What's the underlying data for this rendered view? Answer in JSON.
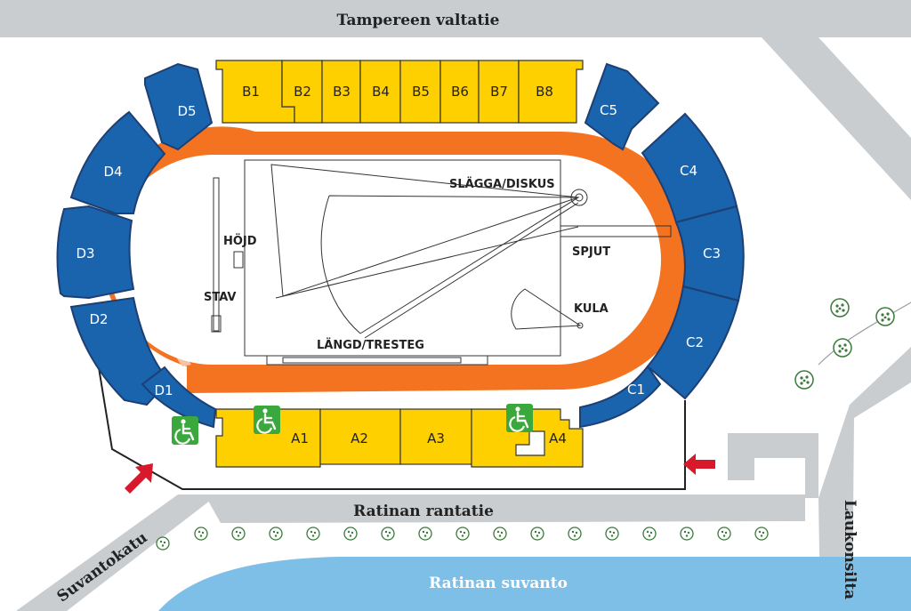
{
  "roads": {
    "top": "Tampereen valtatie",
    "bottom": "Ratinan rantatie",
    "left": "Suvantokatu",
    "right": "Laukonsilta"
  },
  "water": {
    "label": "Ratinan suvanto"
  },
  "sections": {
    "b": [
      "B1",
      "B2",
      "B3",
      "B4",
      "B5",
      "B6",
      "B7",
      "B8"
    ],
    "a": [
      "A1",
      "A2",
      "A3",
      "A4"
    ],
    "c": [
      "C1",
      "C2",
      "C3",
      "C4",
      "C5"
    ],
    "d": [
      "D1",
      "D2",
      "D3",
      "D4",
      "D5"
    ]
  },
  "field_events": {
    "hammer_discus": "SLÄGGA/DISKUS",
    "javelin": "SPJUT",
    "high_jump": "HÖJD",
    "pole_vault": "STAV",
    "shot_put": "KULA",
    "long_triple": "LÄNGD/TRESTEG"
  },
  "icons": [
    "wheelchair-icon",
    "entrance-arrow-icon",
    "tree-icon"
  ],
  "colors": {
    "stand_blue": "#1a63ad",
    "stand_yellow": "#ffd000",
    "track_orange": "#f47321",
    "water": "#7ebfe8",
    "road": "#c9cdd0",
    "accessible_green": "#3aa83c",
    "entrance_red": "#d7192b"
  }
}
